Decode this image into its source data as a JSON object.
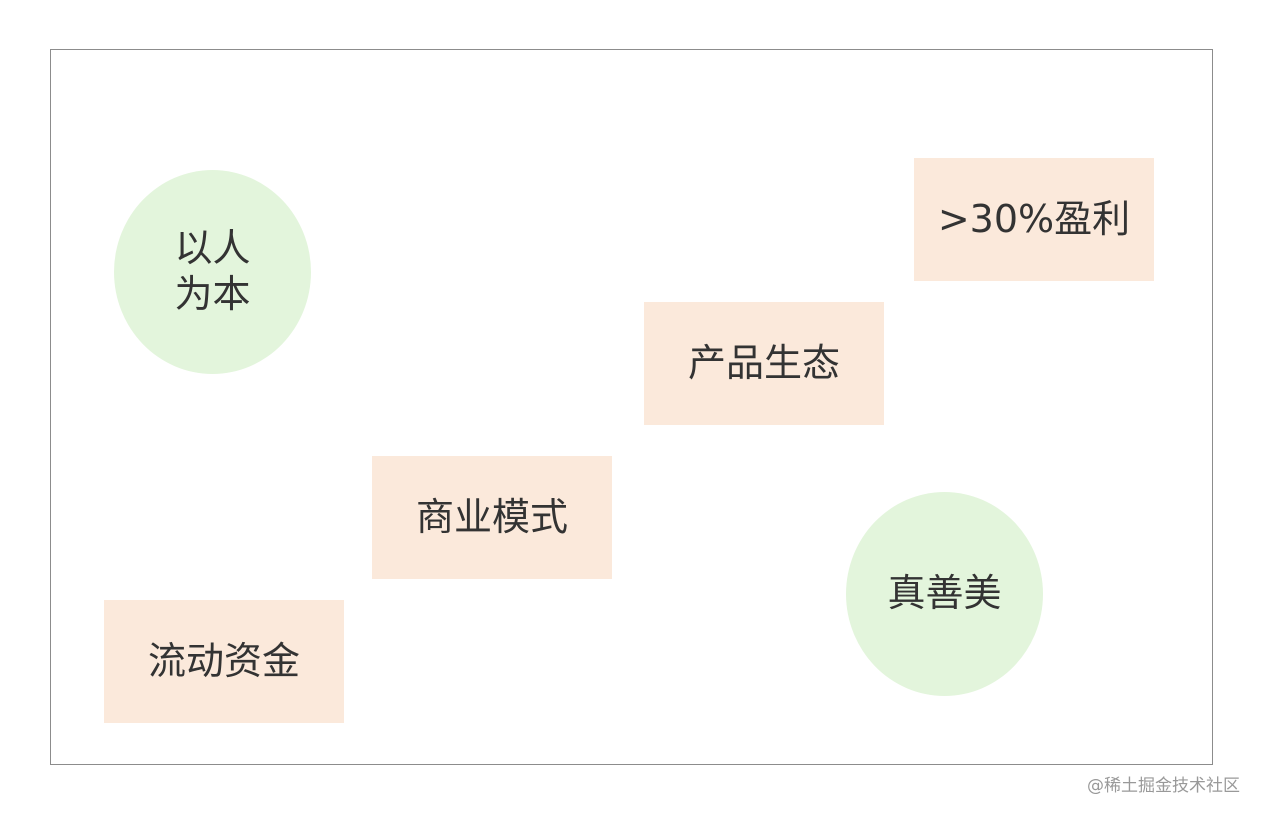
{
  "diagram": {
    "nodes": [
      {
        "id": "people",
        "shape": "circle",
        "lines": [
          "以人",
          "为本"
        ]
      },
      {
        "id": "profit",
        "shape": "rect",
        "label": ">30%盈利"
      },
      {
        "id": "product",
        "shape": "rect",
        "label": "产品生态"
      },
      {
        "id": "business",
        "shape": "rect",
        "label": "商业模式"
      },
      {
        "id": "virtue",
        "shape": "circle",
        "label": "真善美"
      },
      {
        "id": "cash",
        "shape": "rect",
        "label": "流动资金"
      }
    ],
    "colors": {
      "rect_fill": "#fbe9db",
      "circle_fill": "#e3f5dc",
      "frame_border": "#8c8c8c",
      "text": "#333333"
    }
  },
  "watermark": "@稀土掘金技术社区"
}
